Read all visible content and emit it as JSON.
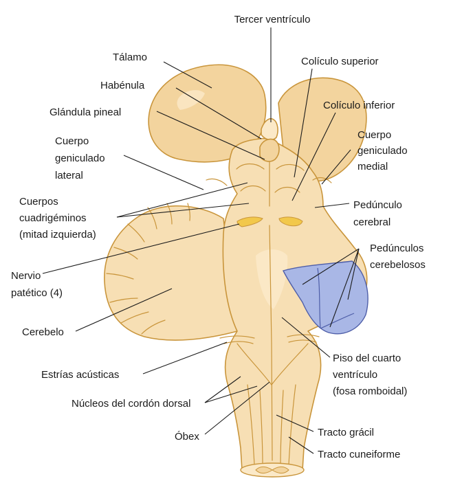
{
  "colors": {
    "tissue": "#f7dfb4",
    "tissue_light": "#fbe9c8",
    "thalamus": "#f3d49e",
    "outline": "#c9953b",
    "nerve": "#f2c84b",
    "peduncles": "#a9b7e6",
    "peduncles_outline": "#4e5ea8",
    "text": "#1a1a1a"
  },
  "labels": {
    "tercer_ventriculo": "Tercer ventrículo",
    "talamo": "Tálamo",
    "coliculo_superior": "Colículo superior",
    "habenula": "Habénula",
    "glandula_pineal": "Glándula pineal",
    "coliculo_inferior": "Colículo inferior",
    "cuerpo_geniculado_lateral": [
      "Cuerpo",
      "geniculado",
      "lateral"
    ],
    "cuerpo_geniculado_medial": [
      "Cuerpo",
      "geniculado",
      "medial"
    ],
    "cuerpos_cuadrigeminos": [
      "Cuerpos",
      "cuadrigéminos",
      "(mitad izquierda)"
    ],
    "pedunculo_cerebral": [
      "Pedúnculo",
      "cerebral"
    ],
    "pedunculos_cerebelosos": [
      "Pedúnculos",
      "cerebelosos"
    ],
    "nervio_patetico": [
      "Nervio",
      "patético (4)"
    ],
    "cerebelo": "Cerebelo",
    "estrias_acusticas": "Estrías acústicas",
    "piso_cuarto_ventriculo": [
      "Piso del cuarto",
      "ventrículo",
      "(fosa romboidal)"
    ],
    "nucleos_cordon_dorsal": "Núcleos del cordón dorsal",
    "obex": "Óbex",
    "tracto_gracil": "Tracto grácil",
    "tracto_cuneiforme": "Tracto cuneiforme"
  }
}
